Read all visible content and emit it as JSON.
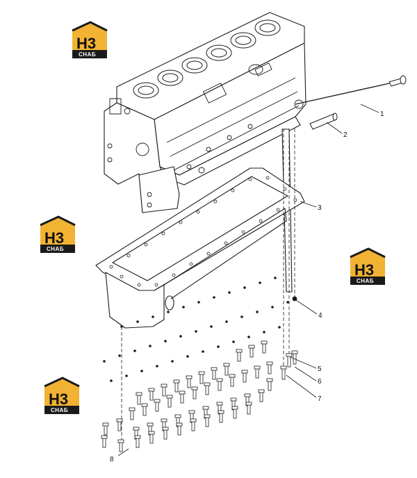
{
  "logos": [
    {
      "top": "H3",
      "bottom": "СНАБ"
    },
    {
      "top": "H3",
      "bottom": "СНАБ"
    },
    {
      "top": "H3",
      "bottom": "СНАБ"
    },
    {
      "top": "H3",
      "bottom": "СНАБ"
    }
  ],
  "callouts": [
    "1",
    "2",
    "3",
    "4",
    "5",
    "6",
    "7",
    "8"
  ],
  "colors": {
    "line": "#1a1a1a",
    "logo_gold": "#f2b233",
    "logo_dark": "#1a1a1a"
  }
}
